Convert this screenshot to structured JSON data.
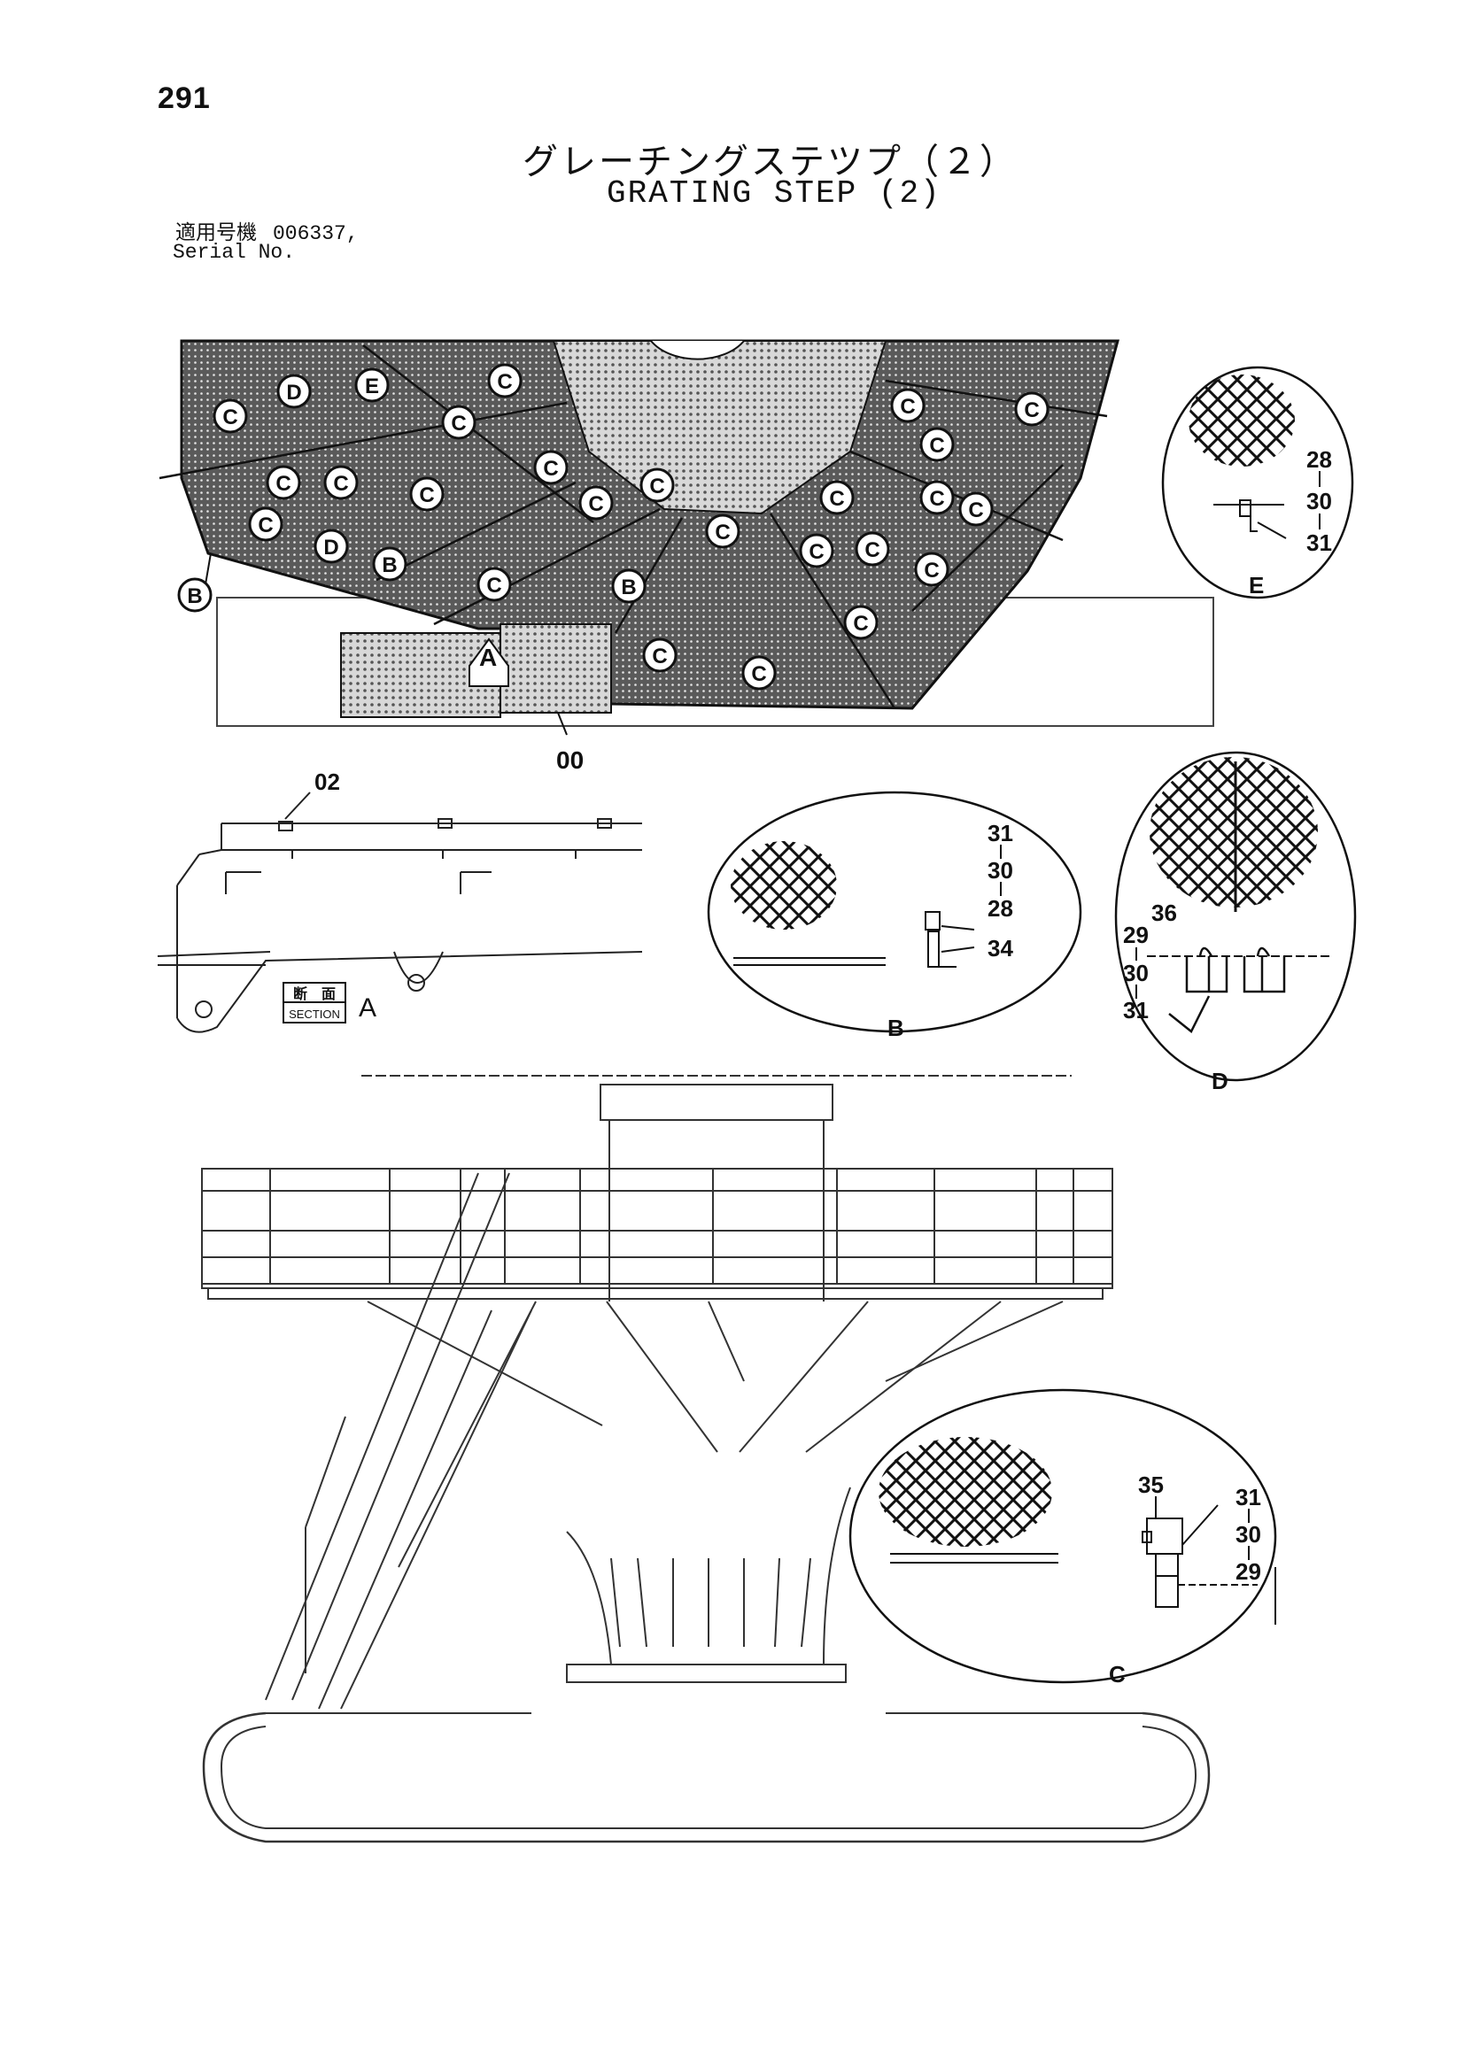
{
  "page_number": "291",
  "title_jp": "グレーチングステツプ（２）",
  "title_en": "GRATING STEP (2)",
  "serial_label_jp": "適用号機",
  "serial_value": "006337,",
  "serial_label_en": "Serial No.",
  "plan_callouts": {
    "c1": "C",
    "c2": "D",
    "c3": "E",
    "c4": "C",
    "c5": "C",
    "c6": "C",
    "c7": "C",
    "c8": "C",
    "c9": "C",
    "c10": "C",
    "c11": "D",
    "c12": "B",
    "c13": "C",
    "c14": "C",
    "c15": "C",
    "c16": "C",
    "c17": "B",
    "c18": "C",
    "c19": "C",
    "c20": "C",
    "c21": "C",
    "c22": "C",
    "c23": "C",
    "c24": "C",
    "c25": "C",
    "c26": "C",
    "c27": "C",
    "c28": "C",
    "c29": "C",
    "b_out": "B"
  },
  "section_marker": "A",
  "part_00": "00",
  "part_02": "02",
  "section_label_jp": "断　面",
  "section_label_en": "SECTION",
  "section_letter": "A",
  "detail_E": {
    "letter": "E",
    "p1": "28",
    "p2": "30",
    "p3": "31"
  },
  "detail_B": {
    "letter": "B",
    "p1": "31",
    "p2": "30",
    "p3": "28",
    "p4": "34"
  },
  "detail_D": {
    "letter": "D",
    "p1": "36",
    "p2": "29",
    "p3": "30",
    "p4": "31"
  },
  "detail_C": {
    "letter": "C",
    "p1": "35",
    "p2": "31",
    "p3": "30",
    "p4": "29"
  }
}
